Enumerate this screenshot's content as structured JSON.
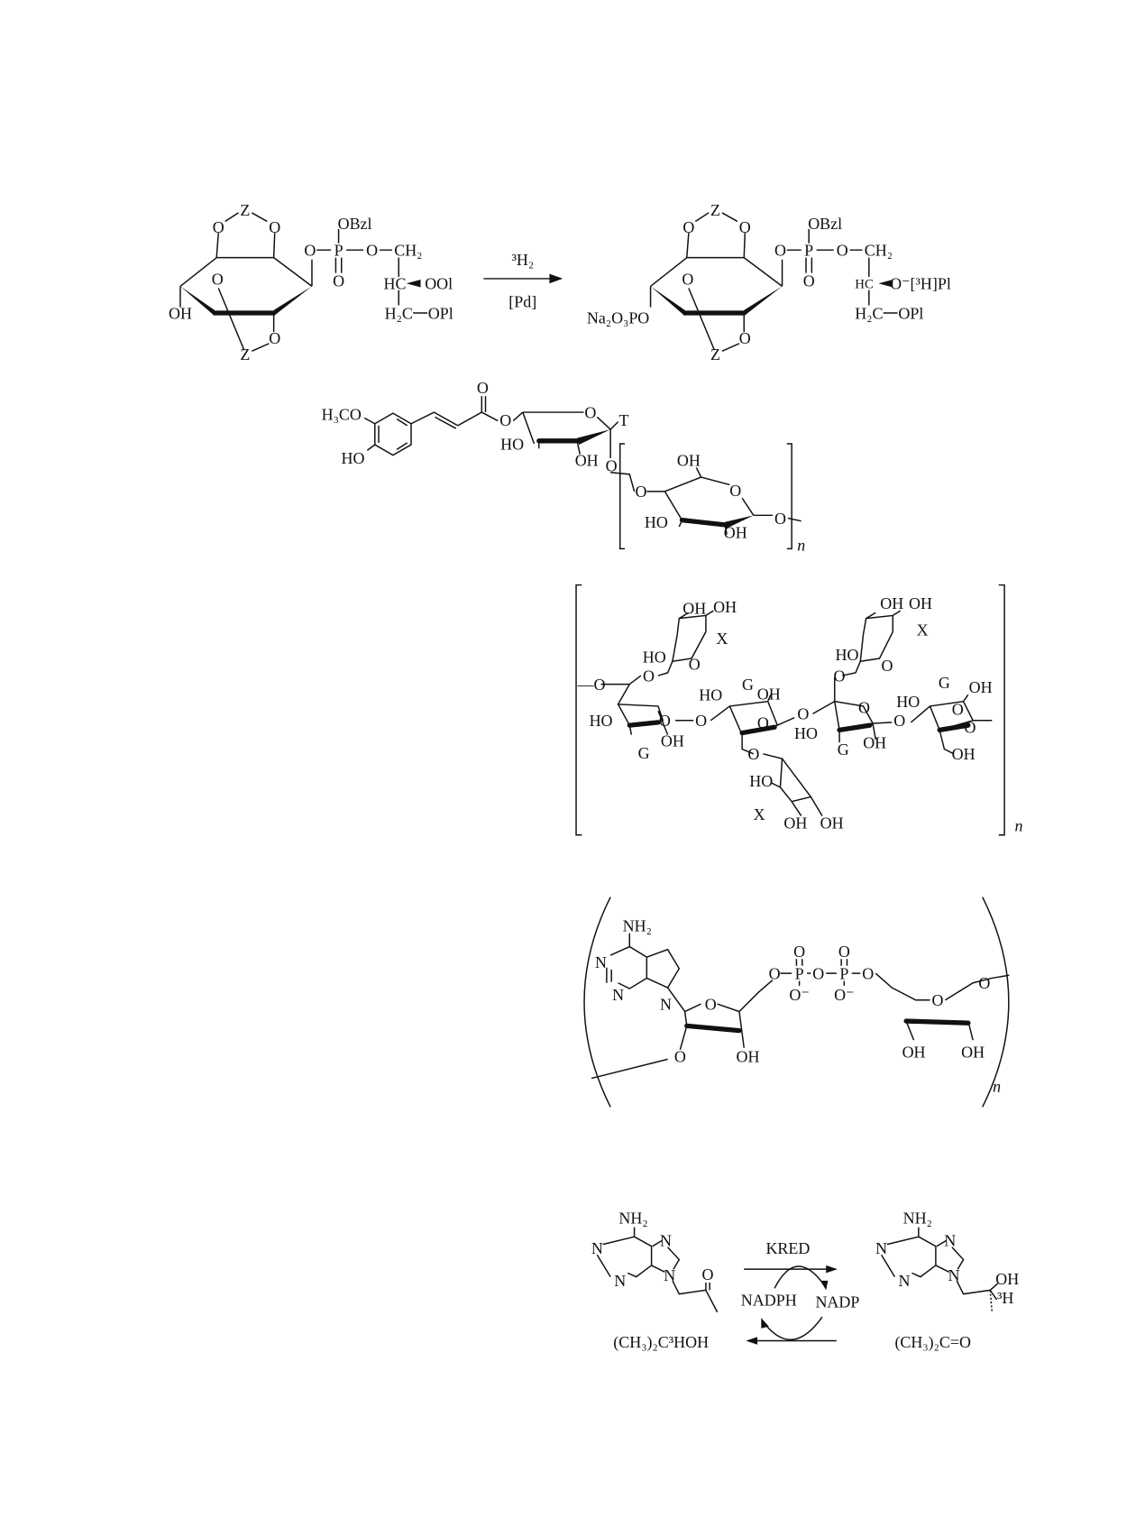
{
  "s1": {
    "labels": [
      "Z",
      "O",
      "O",
      "OBzl",
      "O",
      "P",
      "O",
      "CH₂",
      "O",
      "O",
      "HC",
      "OOl",
      "OH",
      "H₂C",
      "OPl",
      "O",
      "Z"
    ]
  },
  "arrow1": {
    "reagent": "³H₂",
    "catalyst": "[Pd]"
  },
  "s2": {
    "labels": [
      "Z",
      "O",
      "O",
      "OBzl",
      "O",
      "P",
      "O",
      "CH₂",
      "O",
      "O",
      "HC",
      "O⁻[³H]Pl",
      "Na₂O₃PO",
      "H₂C",
      "OPl",
      "O",
      "Z"
    ]
  },
  "s3": {
    "labels": [
      "H₃CO",
      "HO",
      "O",
      "O",
      "O",
      "T",
      "HO",
      "OH",
      "O",
      "OH",
      "O",
      "O",
      "HO",
      "OH",
      "O",
      "n"
    ]
  },
  "s4": {
    "labels": [
      "OH",
      "OH",
      "X",
      "HO",
      "O",
      "O",
      "—O",
      "G",
      "HO",
      "OH",
      "O",
      "HO",
      "O",
      "O",
      "O",
      "OH",
      "G",
      "O",
      "HO",
      "X",
      "OH",
      "OH",
      "OH",
      "OH",
      "X",
      "HO",
      "O",
      "O",
      "G",
      "OH",
      "HO",
      "O",
      "HO",
      "O",
      "G",
      "OH",
      "O",
      "O",
      "OH",
      "n"
    ]
  },
  "s5": {
    "labels": [
      "NH₂",
      "N",
      "N",
      "N",
      "O",
      "O",
      "OH",
      "O",
      "P",
      "O",
      "P",
      "O",
      "O",
      "O",
      "O⁻",
      "O⁻",
      "O",
      "O",
      "OH",
      "OH",
      "n"
    ]
  },
  "s6": {
    "reactant_labels": [
      "NH₂",
      "N",
      "N",
      "N",
      "N",
      "O"
    ],
    "enzyme": "KRED",
    "cofactor_in": "NADPH",
    "cofactor_out": "NADP",
    "donor": "(CH₃)₂C³HOH",
    "product_labels": [
      "NH₂",
      "N",
      "N",
      "N",
      "N",
      "OH",
      "³H"
    ],
    "byproduct": "(CH₃)₂C=O"
  }
}
